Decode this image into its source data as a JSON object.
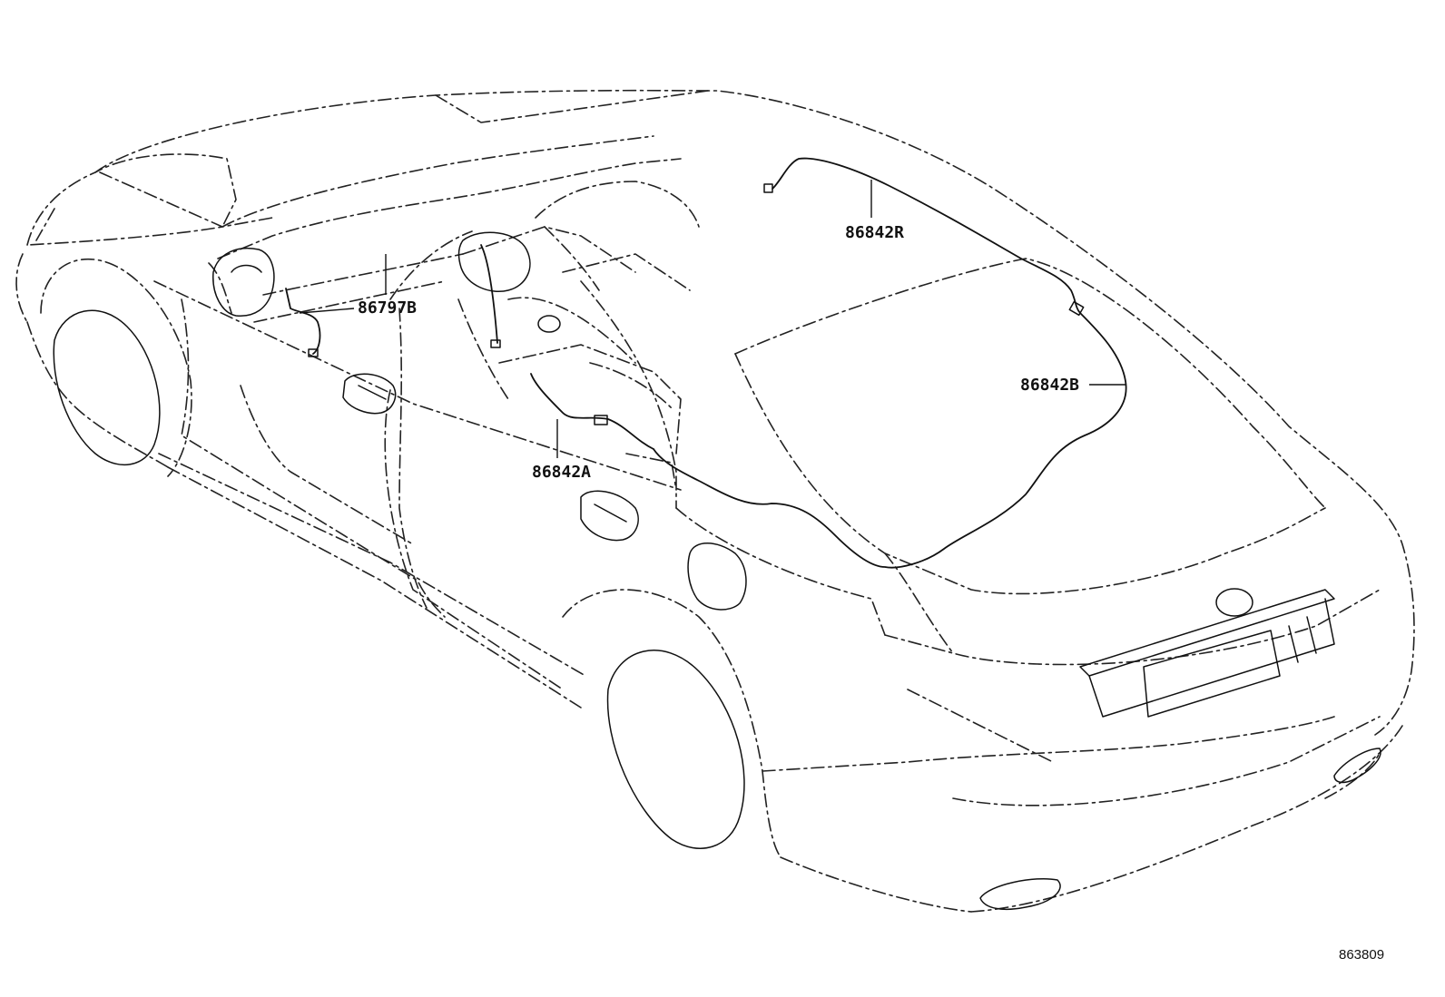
{
  "callouts": {
    "part_86842R": "86842R",
    "part_86797B": "86797B",
    "part_86842B": "86842B",
    "part_86842A": "86842A"
  },
  "figure_ref": "863809"
}
